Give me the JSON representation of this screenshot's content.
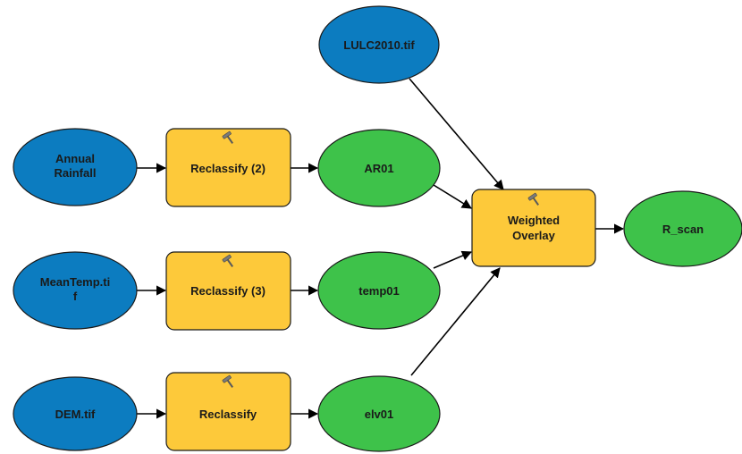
{
  "diagram": {
    "colors": {
      "input": "#0c7cc0",
      "tool": "#fdc93a",
      "output": "#3ec24a",
      "stroke": "#1a1a1a",
      "connector": "#000000"
    },
    "icons": {
      "tool": "hammer-icon"
    },
    "nodes": {
      "annual_rainfall": {
        "line1": "Annual",
        "line2": "Rainfall"
      },
      "meantemp": {
        "line1": "MeanTemp.ti",
        "line2": "f"
      },
      "dem": {
        "label": "DEM.tif"
      },
      "lulc": {
        "label": "LULC2010.tif"
      },
      "reclassify2": {
        "label": "Reclassify (2)"
      },
      "reclassify3": {
        "label": "Reclassify (3)"
      },
      "reclassify": {
        "label": "Reclassify"
      },
      "ar01": {
        "label": "AR01"
      },
      "temp01": {
        "label": "temp01"
      },
      "elv01": {
        "label": "elv01"
      },
      "weighted_overlay": {
        "line1": "Weighted",
        "line2": "Overlay"
      },
      "r_scan": {
        "label": "R_scan"
      }
    }
  }
}
